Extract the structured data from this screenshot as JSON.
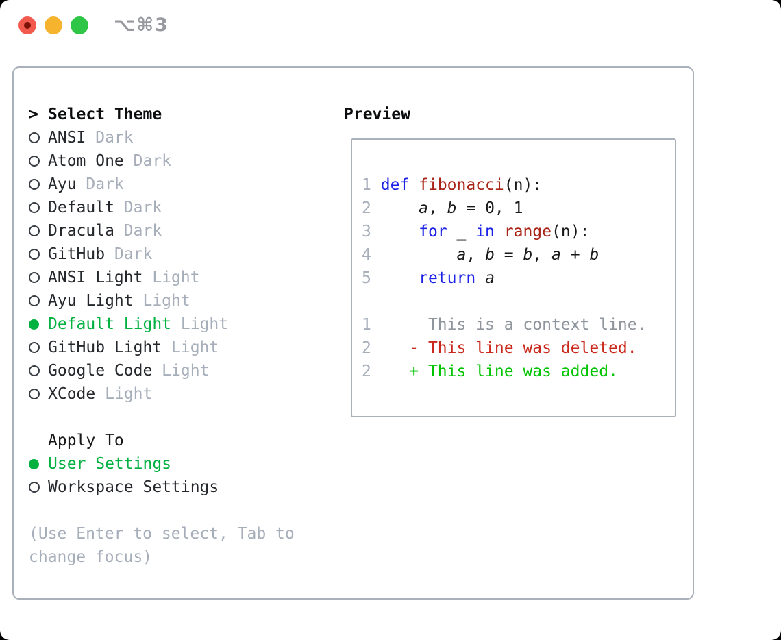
{
  "titlebar": {
    "shortcut": "⌥⌘3"
  },
  "colors": {
    "selected_green": "#00b140",
    "diff_added_green": "#00c400",
    "diff_deleted_red": "#c9281b",
    "keyword_blue": "#1c22e6",
    "function_red": "#a82315",
    "muted_gray": "#a6aeba",
    "context_gray": "#8f959c",
    "panel_border": "#aab1bb",
    "traffic_red": "#f25a4d",
    "traffic_yellow": "#f6b42e",
    "traffic_green": "#2fc647"
  },
  "theme_panel": {
    "header": {
      "prompt": ">",
      "label": "Select Theme"
    },
    "themes": [
      {
        "name": "ANSI",
        "variant": "Dark",
        "selected": false
      },
      {
        "name": "Atom One",
        "variant": "Dark",
        "selected": false
      },
      {
        "name": "Ayu",
        "variant": "Dark",
        "selected": false
      },
      {
        "name": "Default",
        "variant": "Dark",
        "selected": false
      },
      {
        "name": "Dracula",
        "variant": "Dark",
        "selected": false
      },
      {
        "name": "GitHub",
        "variant": "Dark",
        "selected": false
      },
      {
        "name": "ANSI Light",
        "variant": "Light",
        "selected": false
      },
      {
        "name": "Ayu Light",
        "variant": "Light",
        "selected": false
      },
      {
        "name": "Default Light",
        "variant": "Light",
        "selected": true
      },
      {
        "name": "GitHub Light",
        "variant": "Light",
        "selected": false
      },
      {
        "name": "Google Code",
        "variant": "Light",
        "selected": false
      },
      {
        "name": "XCode",
        "variant": "Light",
        "selected": false
      }
    ],
    "apply_to": {
      "label": "Apply To",
      "options": [
        {
          "name": "User Settings",
          "selected": true
        },
        {
          "name": "Workspace Settings",
          "selected": false
        }
      ]
    },
    "hint_lines": [
      "(Use Enter to select, Tab to",
      "change focus)"
    ]
  },
  "preview": {
    "label": "Preview",
    "code_lines": [
      {
        "num": "1",
        "tokens": [
          {
            "text": "def",
            "style": "kw"
          },
          {
            "text": " ",
            "style": "plain"
          },
          {
            "text": "fibonacci",
            "style": "fn"
          },
          {
            "text": "(n):",
            "style": "plain"
          }
        ]
      },
      {
        "num": "2",
        "tokens": [
          {
            "text": "    ",
            "style": "plain"
          },
          {
            "text": "a",
            "style": "var"
          },
          {
            "text": ", ",
            "style": "plain"
          },
          {
            "text": "b",
            "style": "var"
          },
          {
            "text": " = 0, 1",
            "style": "plain"
          }
        ]
      },
      {
        "num": "3",
        "tokens": [
          {
            "text": "    ",
            "style": "plain"
          },
          {
            "text": "for",
            "style": "kw"
          },
          {
            "text": " _ ",
            "style": "plain"
          },
          {
            "text": "in",
            "style": "kw"
          },
          {
            "text": " ",
            "style": "plain"
          },
          {
            "text": "range",
            "style": "fn"
          },
          {
            "text": "(n):",
            "style": "plain"
          }
        ]
      },
      {
        "num": "4",
        "tokens": [
          {
            "text": "        ",
            "style": "plain"
          },
          {
            "text": "a",
            "style": "var"
          },
          {
            "text": ", ",
            "style": "plain"
          },
          {
            "text": "b",
            "style": "var"
          },
          {
            "text": " = ",
            "style": "plain"
          },
          {
            "text": "b",
            "style": "var"
          },
          {
            "text": ", ",
            "style": "plain"
          },
          {
            "text": "a",
            "style": "var"
          },
          {
            "text": " + ",
            "style": "plain"
          },
          {
            "text": "b",
            "style": "var"
          }
        ]
      },
      {
        "num": "5",
        "tokens": [
          {
            "text": "    ",
            "style": "plain"
          },
          {
            "text": "return",
            "style": "kw"
          },
          {
            "text": " ",
            "style": "plain"
          },
          {
            "text": "a",
            "style": "var"
          }
        ]
      }
    ],
    "diff_lines": [
      {
        "num": "1",
        "marker": "",
        "text": "This is a context line.",
        "type": "context"
      },
      {
        "num": "2",
        "marker": "-",
        "text": "This line was deleted.",
        "type": "deleted"
      },
      {
        "num": "2",
        "marker": "+",
        "text": "This line was added.",
        "type": "added"
      }
    ]
  }
}
